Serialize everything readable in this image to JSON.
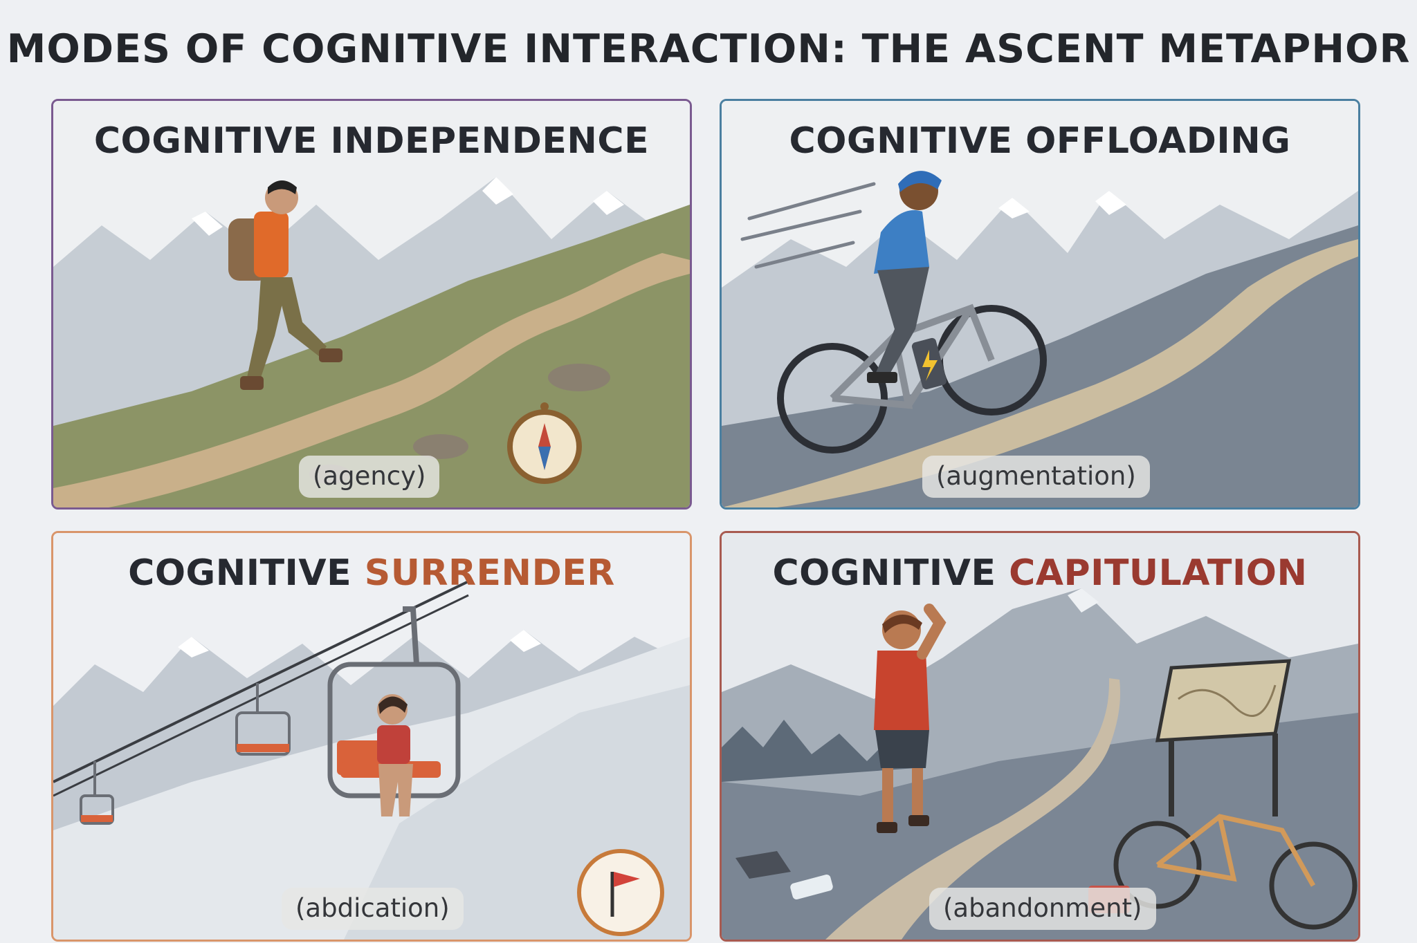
{
  "title": "MODES OF COGNITIVE INTERACTION: THE ASCENT METAPHOR",
  "panels": [
    {
      "title_prefix": "COGNITIVE",
      "title_accent": "INDEPENDENCE",
      "caption": "(agency)",
      "icon": "compass-icon",
      "accent_color": "#262930",
      "border_color": "#7a5a90"
    },
    {
      "title_prefix": "COGNITIVE",
      "title_accent": "OFFLOADING",
      "caption": "(augmentation)",
      "icon": "e-bike",
      "accent_color": "#262930",
      "border_color": "#4a7fa0"
    },
    {
      "title_prefix": "COGNITIVE",
      "title_accent": "SURRENDER",
      "caption": "(abdication)",
      "icon": "flag-icon",
      "accent_color": "#b65a33",
      "border_color": "#d9956a"
    },
    {
      "title_prefix": "COGNITIVE",
      "title_accent": "CAPITULATION",
      "caption": "(abandonment)",
      "icon": "trail-map-sign",
      "accent_color": "#9a3a30",
      "border_color": "#a85a50"
    }
  ]
}
